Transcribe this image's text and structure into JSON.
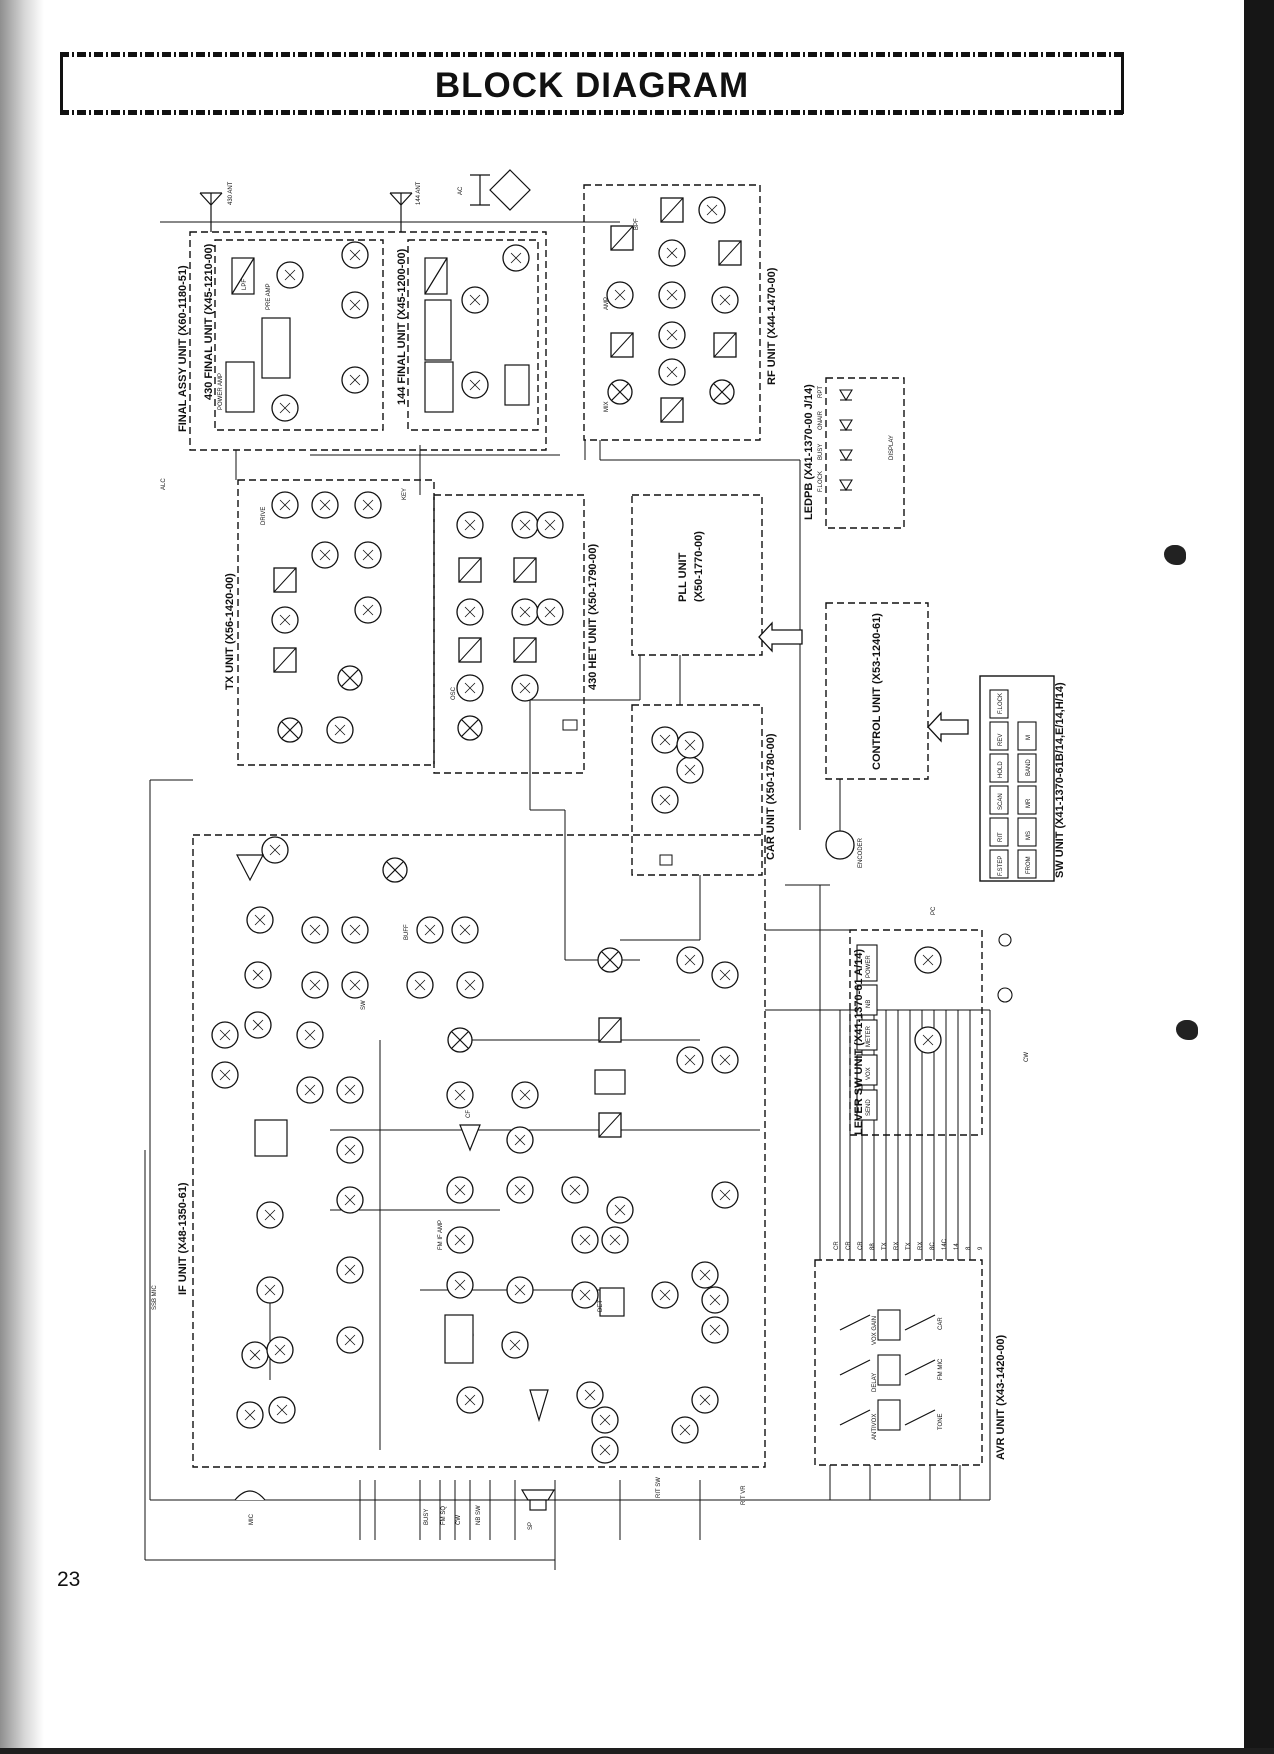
{
  "page": {
    "title": "BLOCK DIAGRAM",
    "number": "23"
  },
  "units": {
    "final_assy": "FINAL ASSY UNIT (X60-1180-51)",
    "final_430": "430 FINAL UNIT (X45-1210-00)",
    "final_144": "144 FINAL UNIT (X45-1200-00)",
    "rf": "RF UNIT (X44-1470-00)",
    "tx": "TX UNIT (X56-1420-00)",
    "het": "430 HET UNIT (X50-1790-00)",
    "pll": "PLL UNIT",
    "pll_code": "(X50-1770-00)",
    "car": "CAR UNIT (X50-1780-00)",
    "control": "CONTROL UNIT (X53-1240-61)",
    "sw": "SW UNIT (X41-1370-61B/14,E/14,H/14)",
    "ledpb": "LEDPB (X41-1370-00 J/14)",
    "if": "IF UNIT (X48-1350-61)",
    "lever_sw": "LEVER SW UNIT (X41-1370-61 A/14)",
    "avr": "AVR UNIT (X43-1420-00)"
  },
  "sw_buttons": [
    "F.LOCK",
    "REV",
    "HOLD",
    "SCAN",
    "RIT",
    "F.STEP",
    "M",
    "BAND",
    "MR",
    "MS",
    "FROM"
  ],
  "lever_buttons": [
    "POWER",
    "NB",
    "METER",
    "VOX",
    "SEND"
  ],
  "ledpb_labels": [
    "RPT",
    "ONAIR",
    "BUSY",
    "F.LOCK",
    "DISPLAY"
  ],
  "avr_labels": [
    "VOX GAIN",
    "DELAY",
    "ANTIVOX",
    "CAR",
    "FM MIC",
    "TONE"
  ],
  "avr_terminals": [
    "CR",
    "CR",
    "CR",
    "88",
    "TX",
    "RX",
    "TX",
    "RX",
    "8C",
    "14C",
    "14",
    "8",
    "9"
  ],
  "ports": [
    "430 ANT",
    "144 ANT",
    "AC",
    "SP",
    "MIC",
    "ENCODER",
    "ALC",
    "PC",
    "CW",
    "KEY"
  ],
  "misc": [
    "BUSY",
    "FM SQ",
    "CW",
    "NB SW",
    "RIT VR",
    "RIT SW",
    "SSB MIC"
  ],
  "stages": [
    "BPF",
    "AMP",
    "MIX",
    "OSC",
    "BUFF",
    "SW",
    "LPF",
    "CF",
    "DET",
    "FM IF AMP",
    "PRE AMP",
    "POWER AMP",
    "DRIVE"
  ]
}
